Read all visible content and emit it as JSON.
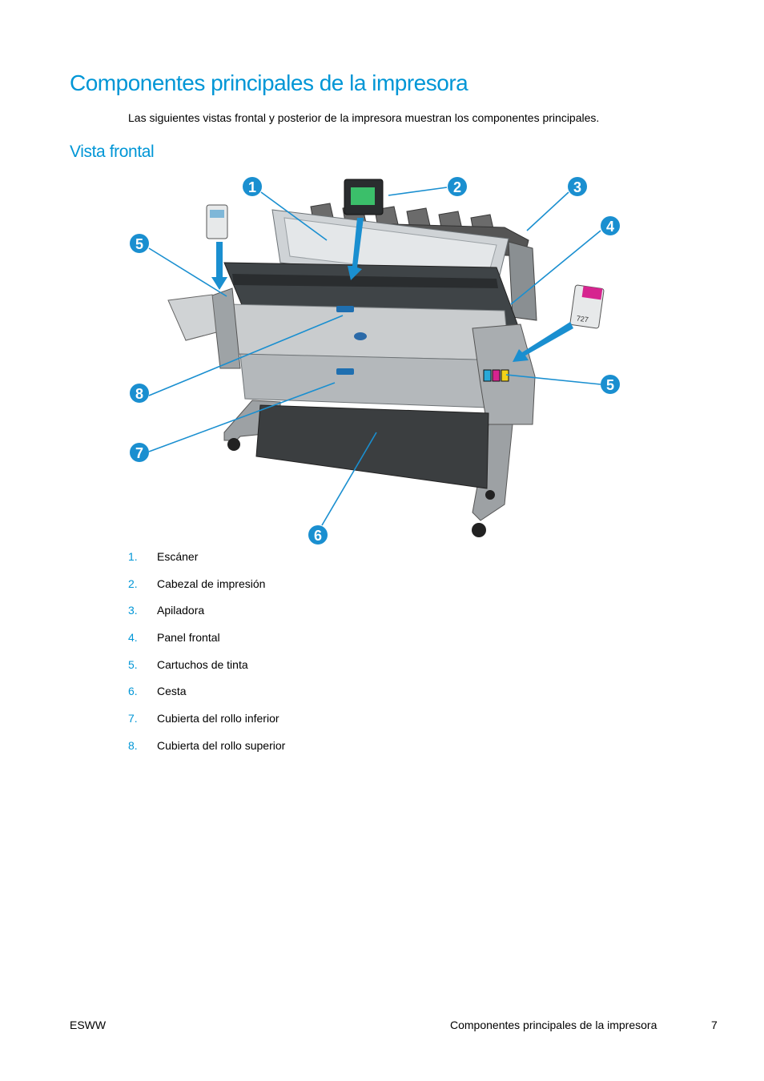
{
  "title": "Componentes principales de la impresora",
  "intro": "Las siguientes vistas frontal y posterior de la impresora muestran los componentes principales.",
  "section_title": "Vista frontal",
  "callout_numbers": [
    "1",
    "2",
    "3",
    "4",
    "5",
    "5",
    "6",
    "7",
    "8"
  ],
  "cartridge_label": "727",
  "components": [
    {
      "num": "1.",
      "label": "Escáner"
    },
    {
      "num": "2.",
      "label": "Cabezal de impresión"
    },
    {
      "num": "3.",
      "label": "Apiladora"
    },
    {
      "num": "4.",
      "label": "Panel frontal"
    },
    {
      "num": "5.",
      "label": "Cartuchos de tinta"
    },
    {
      "num": "6.",
      "label": "Cesta"
    },
    {
      "num": "7.",
      "label": "Cubierta del rollo inferior"
    },
    {
      "num": "8.",
      "label": "Cubierta del rollo superior"
    }
  ],
  "footer": {
    "left": "ESWW",
    "section": "Componentes principales de la impresora",
    "page": "7"
  },
  "colors": {
    "accent": "#0096d6",
    "callout": "#1a8fd0",
    "magenta": "#d6248f",
    "yellow": "#f2d21a",
    "cyan": "#29a9d8"
  }
}
